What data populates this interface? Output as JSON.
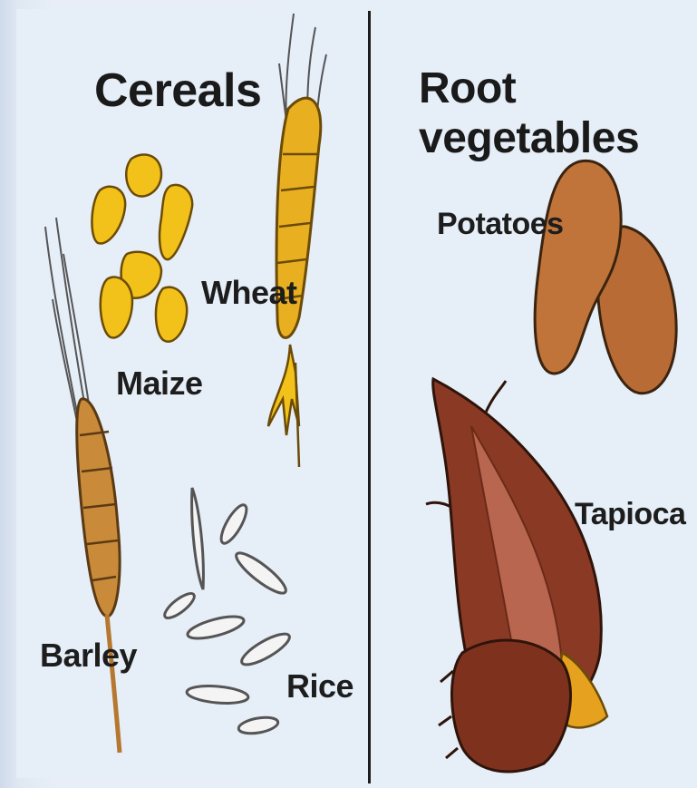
{
  "sections": {
    "cereals": {
      "title": "Cereals",
      "items": {
        "maize": "Maize",
        "wheat": "Wheat",
        "barley": "Barley",
        "rice": "Rice"
      }
    },
    "roots": {
      "title": "Root vegetables",
      "items": {
        "potatoes": "Potatoes",
        "tapioca": "Tapioca"
      }
    }
  },
  "colors": {
    "maize": "#f2c21a",
    "wheat": "#e8b020",
    "barley": "#c98a3a",
    "rice": "#f4f4f4",
    "potato": "#c0743a",
    "tapioca": "#8a3a24"
  },
  "icons": [
    "maize-kernels-icon",
    "wheat-ear-icon",
    "barley-ear-icon",
    "rice-grains-icon",
    "potatoes-icon",
    "tapioca-root-icon"
  ]
}
